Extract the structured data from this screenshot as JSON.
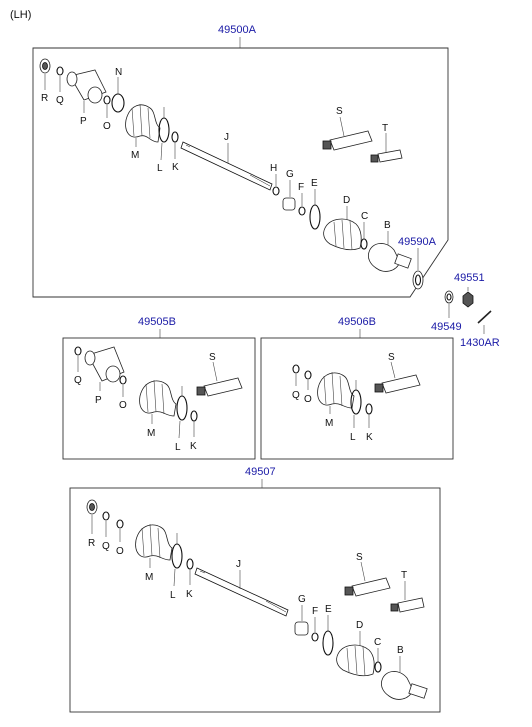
{
  "side_label": "(LH)",
  "refs": {
    "main_assy": "49500A",
    "kit_b": "49505B",
    "kit_c": "49506B",
    "lower_assy": "49507",
    "hub_nut_side": "49590A",
    "nut": "49551",
    "washer": "49549",
    "pin": "1430AR"
  },
  "letters": {
    "R": "R",
    "Q": "Q",
    "P": "P",
    "O": "O",
    "N": "N",
    "M": "M",
    "L": "L",
    "K": "K",
    "J": "J",
    "H": "H",
    "G": "G",
    "F": "F",
    "E": "E",
    "D": "D",
    "C": "C",
    "B": "B",
    "S": "S",
    "T": "T"
  },
  "colors": {
    "ref_text": "#1a1aa6",
    "line": "#222222"
  }
}
